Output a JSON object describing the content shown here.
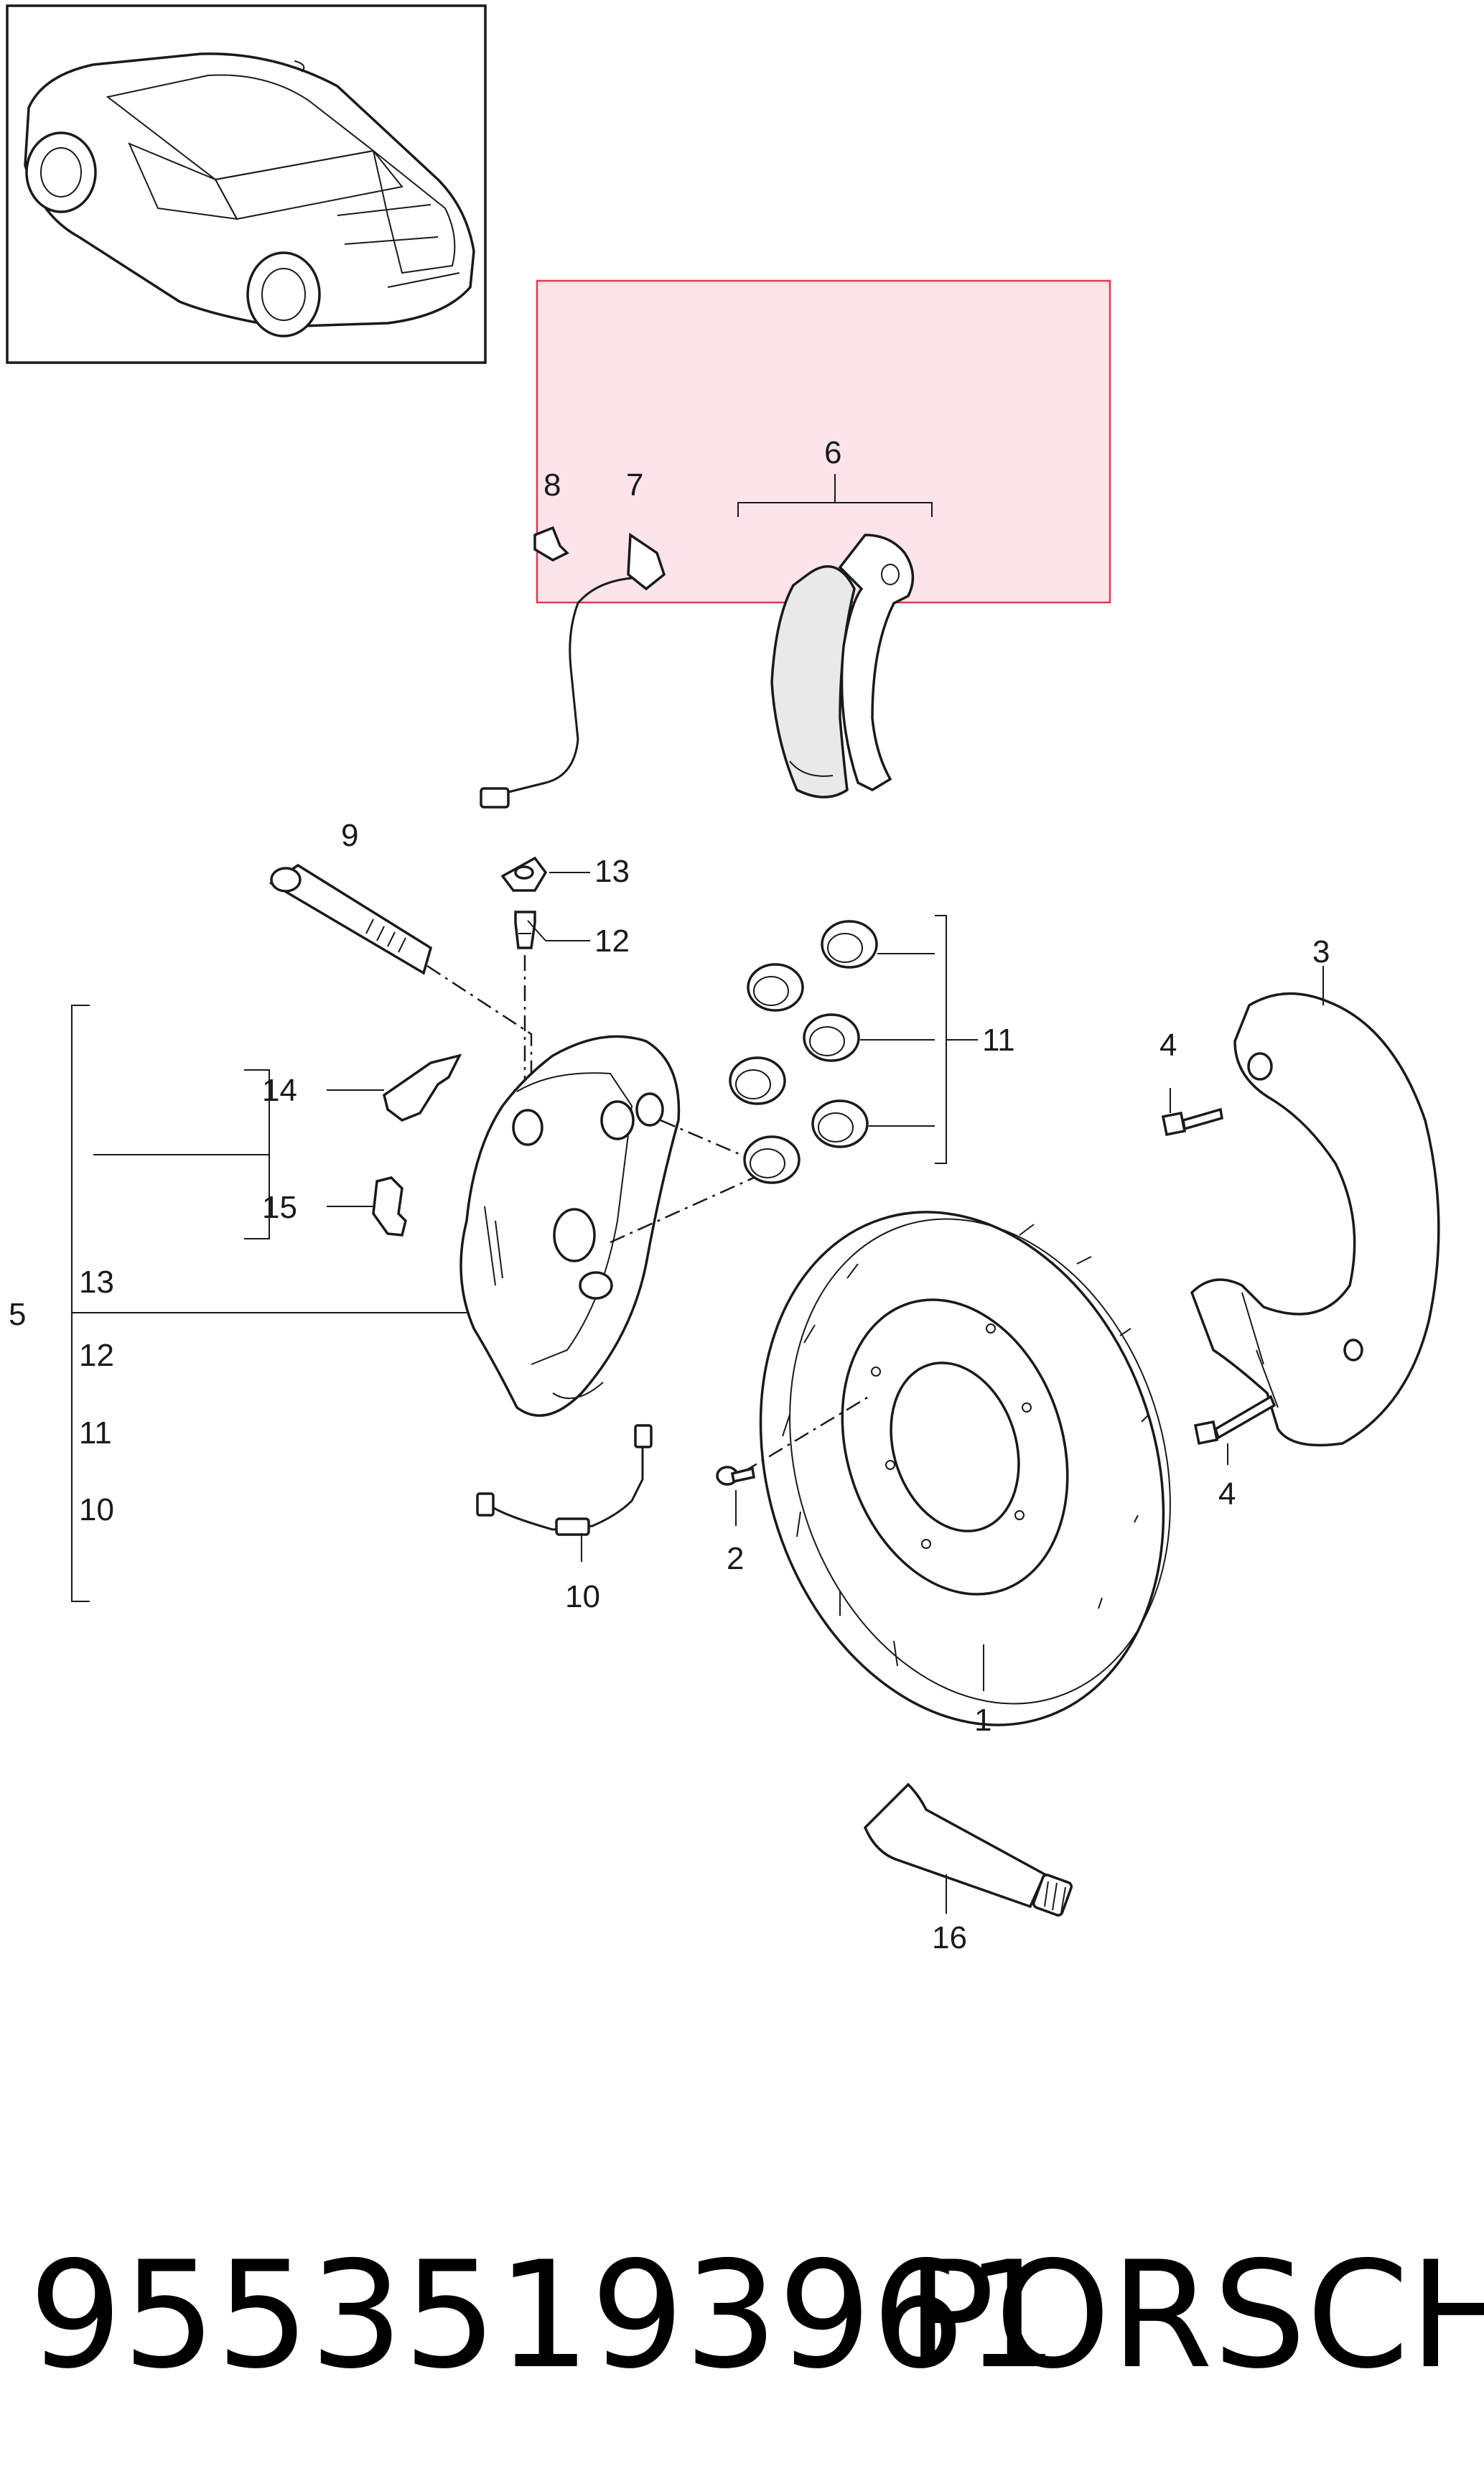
{
  "callouts": {
    "c1": "1",
    "c2": "2",
    "c3": "3",
    "c4a": "4",
    "c4b": "4",
    "c5": "5",
    "c6": "6",
    "c7": "7",
    "c8": "8",
    "c9": "9",
    "c10": "10",
    "c11": "11",
    "c12": "12",
    "c13": "13",
    "c14": "14",
    "c15": "15",
    "c16": "16"
  },
  "caliper_contents": [
    "13",
    "12",
    "11",
    "10"
  ],
  "footer": {
    "part_number": "95535193961",
    "brand": "PORSCHE"
  },
  "highlight": {
    "fill": "#fce4e9",
    "stroke": "#e23b4d"
  }
}
